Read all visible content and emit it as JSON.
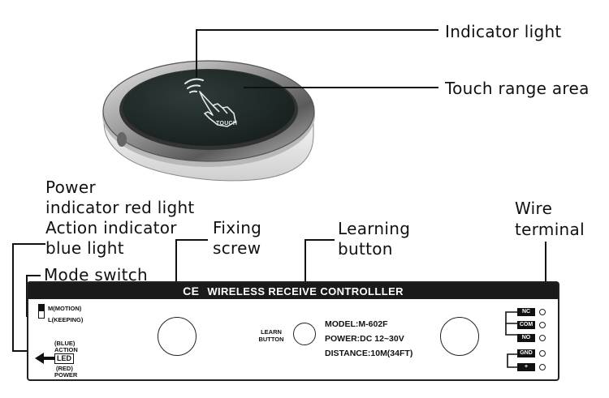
{
  "callouts": {
    "indicator_light": "Indicator light",
    "touch_range_area": "Touch range area",
    "power_indicator_line1": "Power",
    "power_indicator_line2": "indicator red light",
    "action_indicator_line1": "Action indicator",
    "action_indicator_line2": "blue light",
    "mode_switch": "Mode switch",
    "fixing_screw_line1": "Fixing",
    "fixing_screw_line2": "screw",
    "learning_button_line1": "Learning",
    "learning_button_line2": "button",
    "wire_terminal_line1": "Wire",
    "wire_terminal_line2": "terminal"
  },
  "device": {
    "touch_label": "TOUCH"
  },
  "board": {
    "ce_mark": "CE",
    "title": "WIRELESS RECEIVE  CONTROLLLER",
    "mode_m": "M(MOTION)",
    "mode_l": "L(KEEPING)",
    "blue_label": "(BLUE)",
    "action_label": "ACTION",
    "led_label": "LED",
    "red_label": "(RED)",
    "power_label": "POWER",
    "learn_line1": "LEARN",
    "learn_line2": "BUTTON",
    "model": "MODEL:M-602F",
    "power": "POWER:DC 12~30V",
    "distance": "DISTANCE:10M(34FT)",
    "terminals": [
      "NC",
      "COM",
      "NO",
      "GND",
      "+"
    ]
  },
  "colors": {
    "dark_panel": "#1e2a28",
    "header": "#1a1a1a",
    "line": "#111111"
  }
}
